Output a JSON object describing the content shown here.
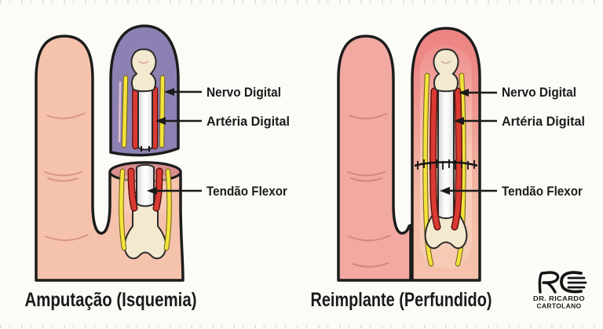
{
  "illustration": {
    "subject": "finger amputation and replantation anatomy",
    "left_panel": {
      "caption": "Amputação (Isquemia)",
      "labels": {
        "nerve": "Nervo Digital",
        "artery": "Artéria Digital",
        "tendon": "Tendão Flexor"
      }
    },
    "right_panel": {
      "caption": "Reimplante (Perfundido)",
      "labels": {
        "nerve": "Nervo Digital",
        "artery": "Artéria Digital",
        "tendon": "Tendão Flexor"
      }
    },
    "logo": {
      "monogram": "RC",
      "name_line1": "DR. RICARDO",
      "name_line2": "CARTOLANO"
    },
    "colors": {
      "background": "#fcfbf7",
      "outline": "#1c1c1c",
      "left_skin": "#f5c2ab",
      "right_skin": "#f1a9a2",
      "ischemic_tip_purple": "#8d81b3",
      "perfused_tip_red": "#ee8585",
      "artery_red": "#d93a32",
      "nerve_yellow": "#f3e33c",
      "bone_cream": "#f2e9ce",
      "tendon_white": "#f0f0f0",
      "stump_rim": "#d98f8f",
      "crease_pink": "#d69080"
    }
  }
}
